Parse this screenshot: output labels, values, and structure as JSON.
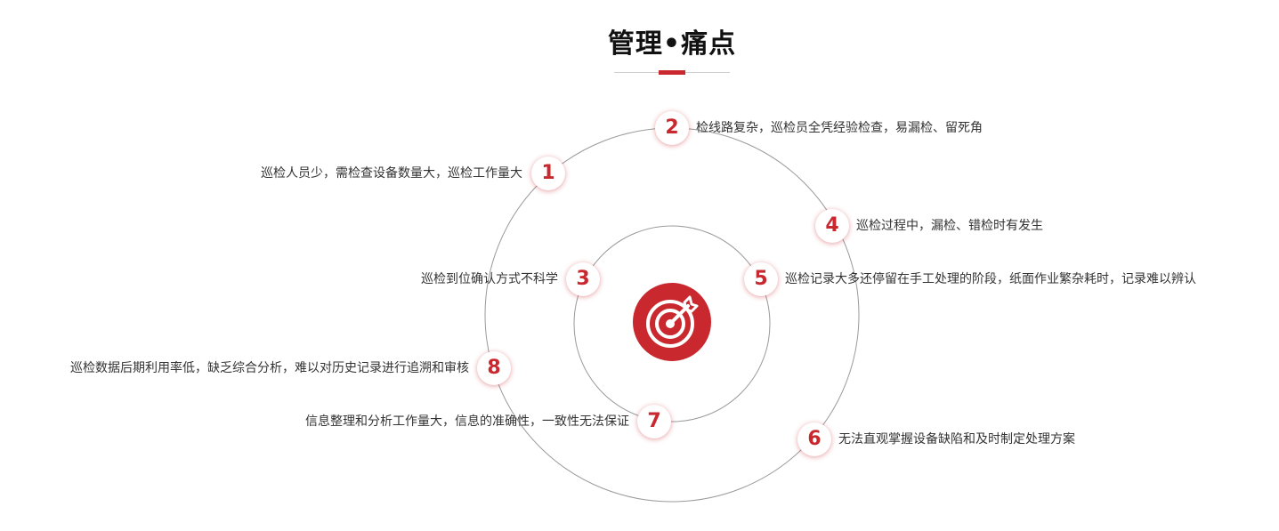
{
  "title": "管理•痛点",
  "colors": {
    "accent": "#c8282e",
    "ring": "#9a9a9a",
    "text": "#333333"
  },
  "center_icon": "target-arrow-icon",
  "points": [
    {
      "number": "1",
      "text": "巡检人员少，需检查设备数量大，巡检工作量大"
    },
    {
      "number": "2",
      "text": "检线路复杂，巡检员全凭经验检查，易漏检、留死角"
    },
    {
      "number": "3",
      "text": "巡检到位确认方式不科学"
    },
    {
      "number": "4",
      "text": "巡检过程中，漏检、错检时有发生"
    },
    {
      "number": "5",
      "text": "巡检记录大多还停留在手工处理的阶段，纸面作业繁杂耗时，记录难以辨认"
    },
    {
      "number": "6",
      "text": "无法直观掌握设备缺陷和及时制定处理方案"
    },
    {
      "number": "7",
      "text": "信息整理和分析工作量大，信息的准确性，一致性无法保证"
    },
    {
      "number": "8",
      "text": "巡检数据后期利用率低，缺乏综合分析，难以对历史记录进行追溯和审核"
    }
  ]
}
